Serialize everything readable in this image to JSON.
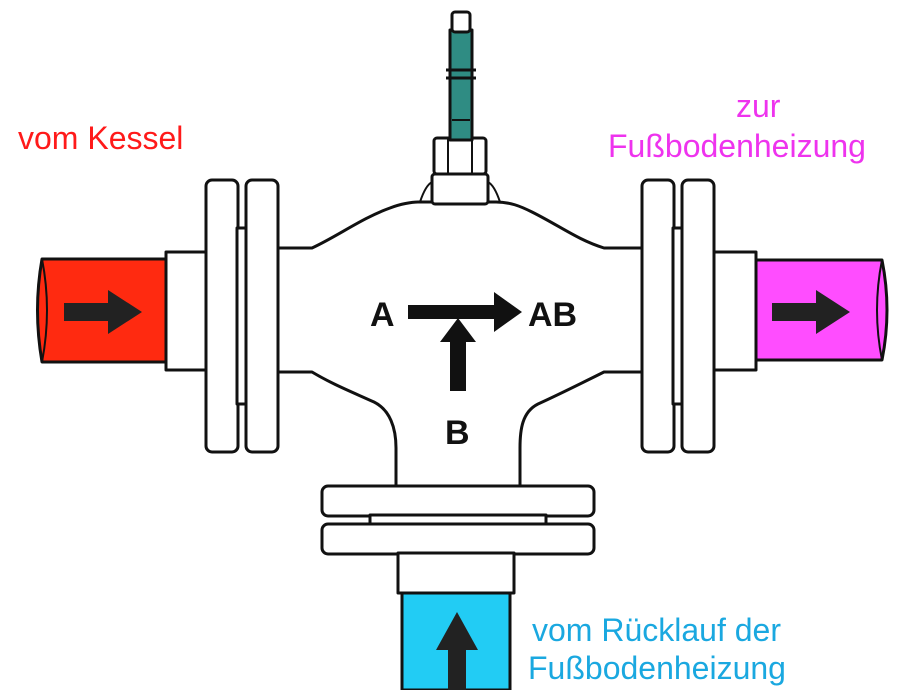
{
  "labels": {
    "vom_kessel": "vom Kessel",
    "zur": "zur",
    "fussbodenheizung": "Fußbodenheizung",
    "vom_ruecklauf": "vom Rücklauf der",
    "fussbodenheizung_2": "Fußbodenheizung"
  },
  "ports": {
    "a": "A",
    "ab": "AB",
    "b": "B"
  },
  "colors": {
    "supply": "#ff2a10",
    "outlet": "#ff4dff",
    "return": "#22ccf4",
    "label_supply": "#ff1a1a",
    "label_outlet": "#ee33ee",
    "label_return": "#1aa8e0",
    "stem": "#2f8c83"
  }
}
